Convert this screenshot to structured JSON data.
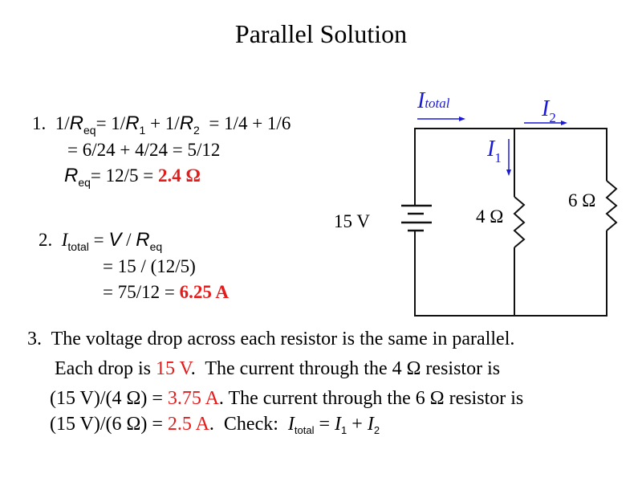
{
  "title": "Parallel Solution",
  "step1": {
    "num": "1.  1/",
    "R": "R",
    "eq": "eq",
    "eq_a": "= 1/",
    "one": "1",
    "plus": " + 1/",
    "two": "2",
    "rest": "  = 1/4 + 1/6",
    "line2": "= 6/24 + 4/24 = 5/12",
    "line3_mid": "= 12/5 = ",
    "result": "2.4 Ω"
  },
  "step2": {
    "num": "2.  ",
    "I": "I",
    "total": "total",
    "eq_a": " = ",
    "V": "V",
    "slash": " / ",
    "R": "R",
    "eq": "eq",
    "line2": "= 15 / (12/5)",
    "line3_mid": "= 75/12 = ",
    "result": "6.25 A"
  },
  "step3": {
    "line1": "3.  The voltage drop across each resistor is the same in parallel.",
    "line2_a": "Each drop is ",
    "line2_red": "15 V",
    "line2_b": ".  The current through the 4 Ω resistor is",
    "line3_a": "(15 V)/(4 Ω) = ",
    "line3_red": "3.75 A",
    "line3_b": ". The current through the 6 Ω resistor is",
    "line4_a": "(15 V)/(6 Ω) = ",
    "line4_red": "2.5 A",
    "line4_b": ".  Check:  ",
    "I": "I",
    "total": "total",
    "eq": " = ",
    "I1": "I",
    "one": "1",
    "plus": " + ",
    "I2": "I",
    "two": "2"
  },
  "circuit": {
    "source_label": "15 V",
    "r1_label": "4 Ω",
    "r2_label": "6 Ω",
    "itotal_I": "I",
    "itotal_sub": "total",
    "i1_I": "I",
    "i1_sub": "1",
    "i2_I": "I",
    "i2_sub": "2",
    "arrow_color": "#1a1ad8",
    "highlight_color": "#e41b1b"
  }
}
